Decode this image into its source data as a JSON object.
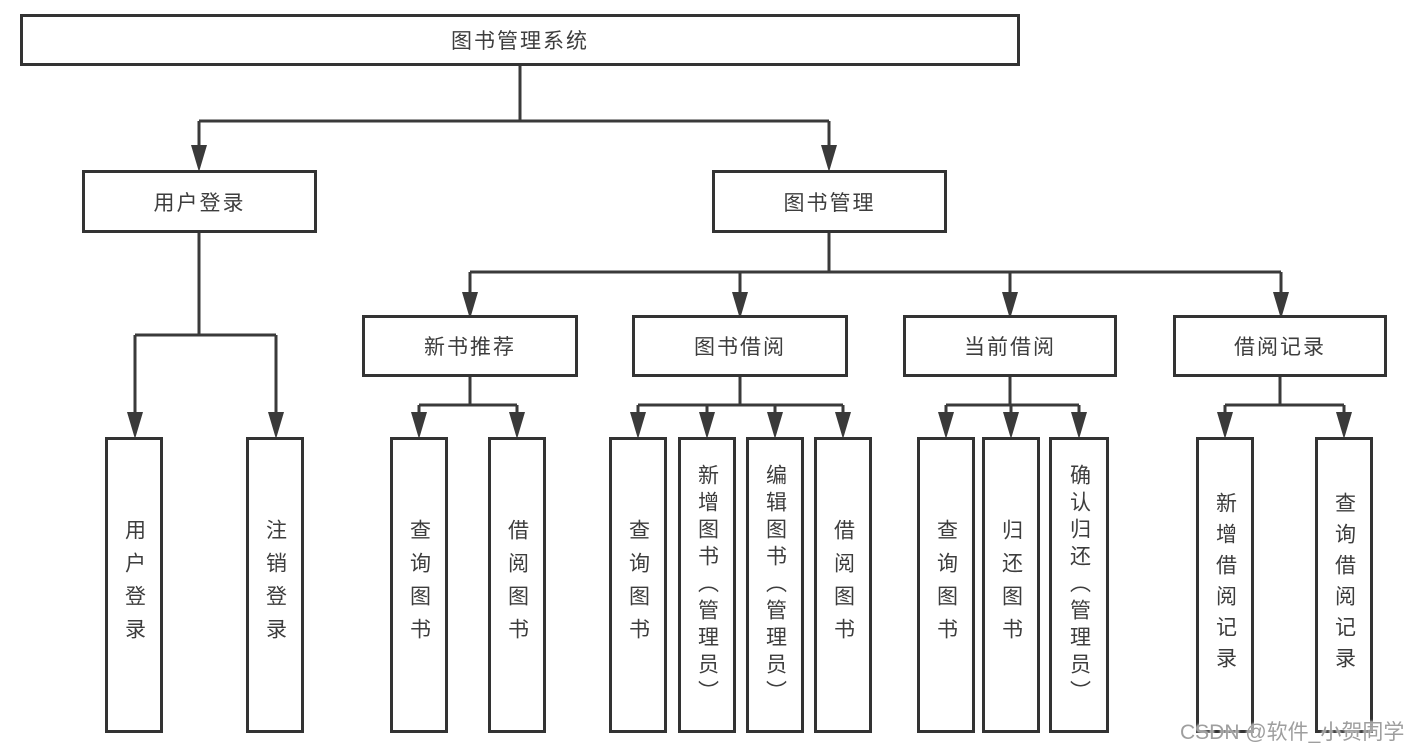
{
  "tree": {
    "root": {
      "label": "图书管理系统"
    },
    "level2": [
      {
        "label": "用户登录",
        "leaves": [
          "用户登录",
          "注销登录"
        ]
      },
      {
        "label": "图书管理"
      }
    ],
    "level3": [
      {
        "label": "新书推荐",
        "leaves": [
          "查询图书",
          "借阅图书"
        ]
      },
      {
        "label": "图书借阅",
        "leaves": [
          "查询图书",
          "新增图书（管理员）",
          "编辑图书（管理员）",
          "借阅图书"
        ]
      },
      {
        "label": "当前借阅",
        "leaves": [
          "查询图书",
          "归还图书",
          "确认归还（管理员）"
        ]
      },
      {
        "label": "借阅记录",
        "leaves": [
          "新增借阅记录",
          "查询借阅记录"
        ]
      }
    ]
  },
  "watermark": "CSDN @软件_小贺同学",
  "colors": {
    "line": "#3a3a3a",
    "border": "#333333",
    "text": "#3d3d3d",
    "watermark": "#9e9e9e",
    "background": "#ffffff"
  }
}
